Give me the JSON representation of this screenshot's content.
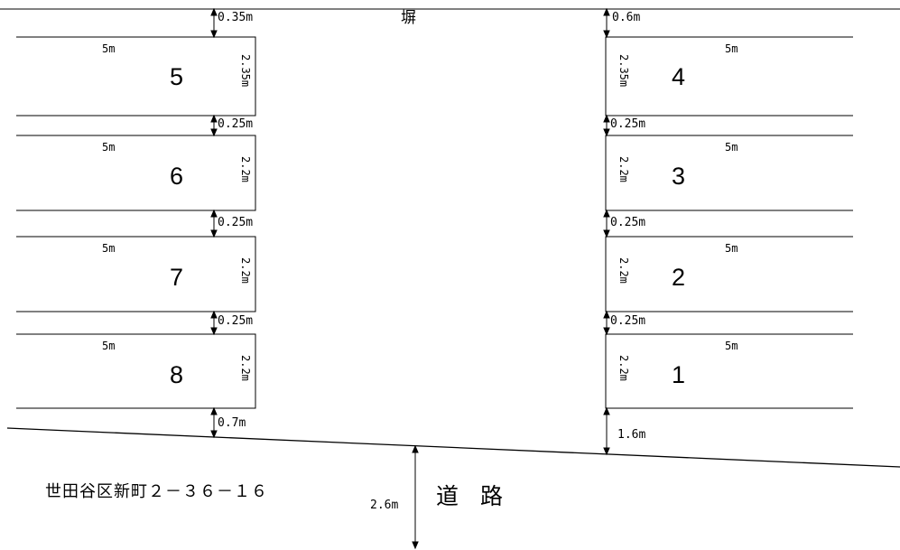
{
  "diagram": {
    "title_label": "塀",
    "road_label": "道  路",
    "address_label": "世田谷区新町２－３６－１６",
    "road_depth_label": "2.6m",
    "line_color": "#000000",
    "background_color": "#ffffff"
  },
  "left_column": {
    "top_gap_label": "0.35m",
    "bottom_gap_label": "0.7m",
    "stalls": [
      {
        "number": "5",
        "width_label": "5m",
        "depth_label": "2.35m",
        "gap_below_label": "0.25m"
      },
      {
        "number": "6",
        "width_label": "5m",
        "depth_label": "2.2m",
        "gap_below_label": "0.25m"
      },
      {
        "number": "7",
        "width_label": "5m",
        "depth_label": "2.2m",
        "gap_below_label": "0.25m"
      },
      {
        "number": "8",
        "width_label": "5m",
        "depth_label": "2.2m",
        "gap_below_label": "0.7m"
      }
    ]
  },
  "right_column": {
    "top_gap_label": "0.6m",
    "bottom_gap_label": "1.6m",
    "stalls": [
      {
        "number": "4",
        "width_label": "5m",
        "depth_label": "2.35m",
        "gap_below_label": "0.25m"
      },
      {
        "number": "3",
        "width_label": "5m",
        "depth_label": "2.2m",
        "gap_below_label": "0.25m"
      },
      {
        "number": "2",
        "width_label": "5m",
        "depth_label": "2.2m",
        "gap_below_label": "0.25m"
      },
      {
        "number": "1",
        "width_label": "5m",
        "depth_label": "2.2m",
        "gap_below_label": "1.6m"
      }
    ]
  }
}
